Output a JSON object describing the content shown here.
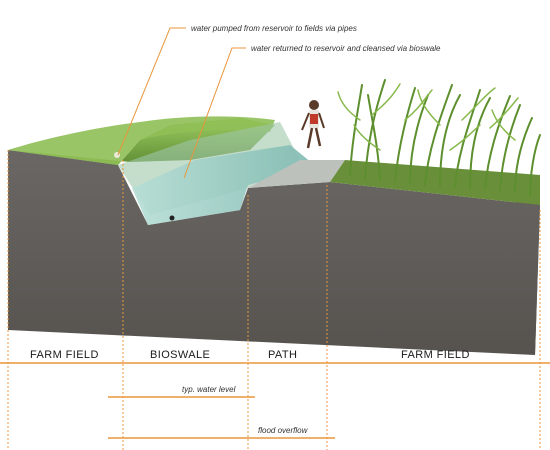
{
  "colors": {
    "accent_orange": "#e8963c",
    "earth_front": "#5f5c59",
    "earth_side": "#4d4a48",
    "grass": "#7fae4a",
    "water": "#9fd0c8",
    "path": "#b9bdb8",
    "crop": "#6f9a3c"
  },
  "annotations": {
    "pumped": "water pumped from reservoir to fields via pipes",
    "returned": "water returned to reservoir and cleansed via bioswale",
    "typ_water_level": "typ. water level",
    "flood_overflow": "flood overflow"
  },
  "zones": {
    "farm_field_left": "FARM FIELD",
    "bioswale": "BIOSWALE",
    "path": "PATH",
    "farm_field_right": "FARM FIELD"
  }
}
